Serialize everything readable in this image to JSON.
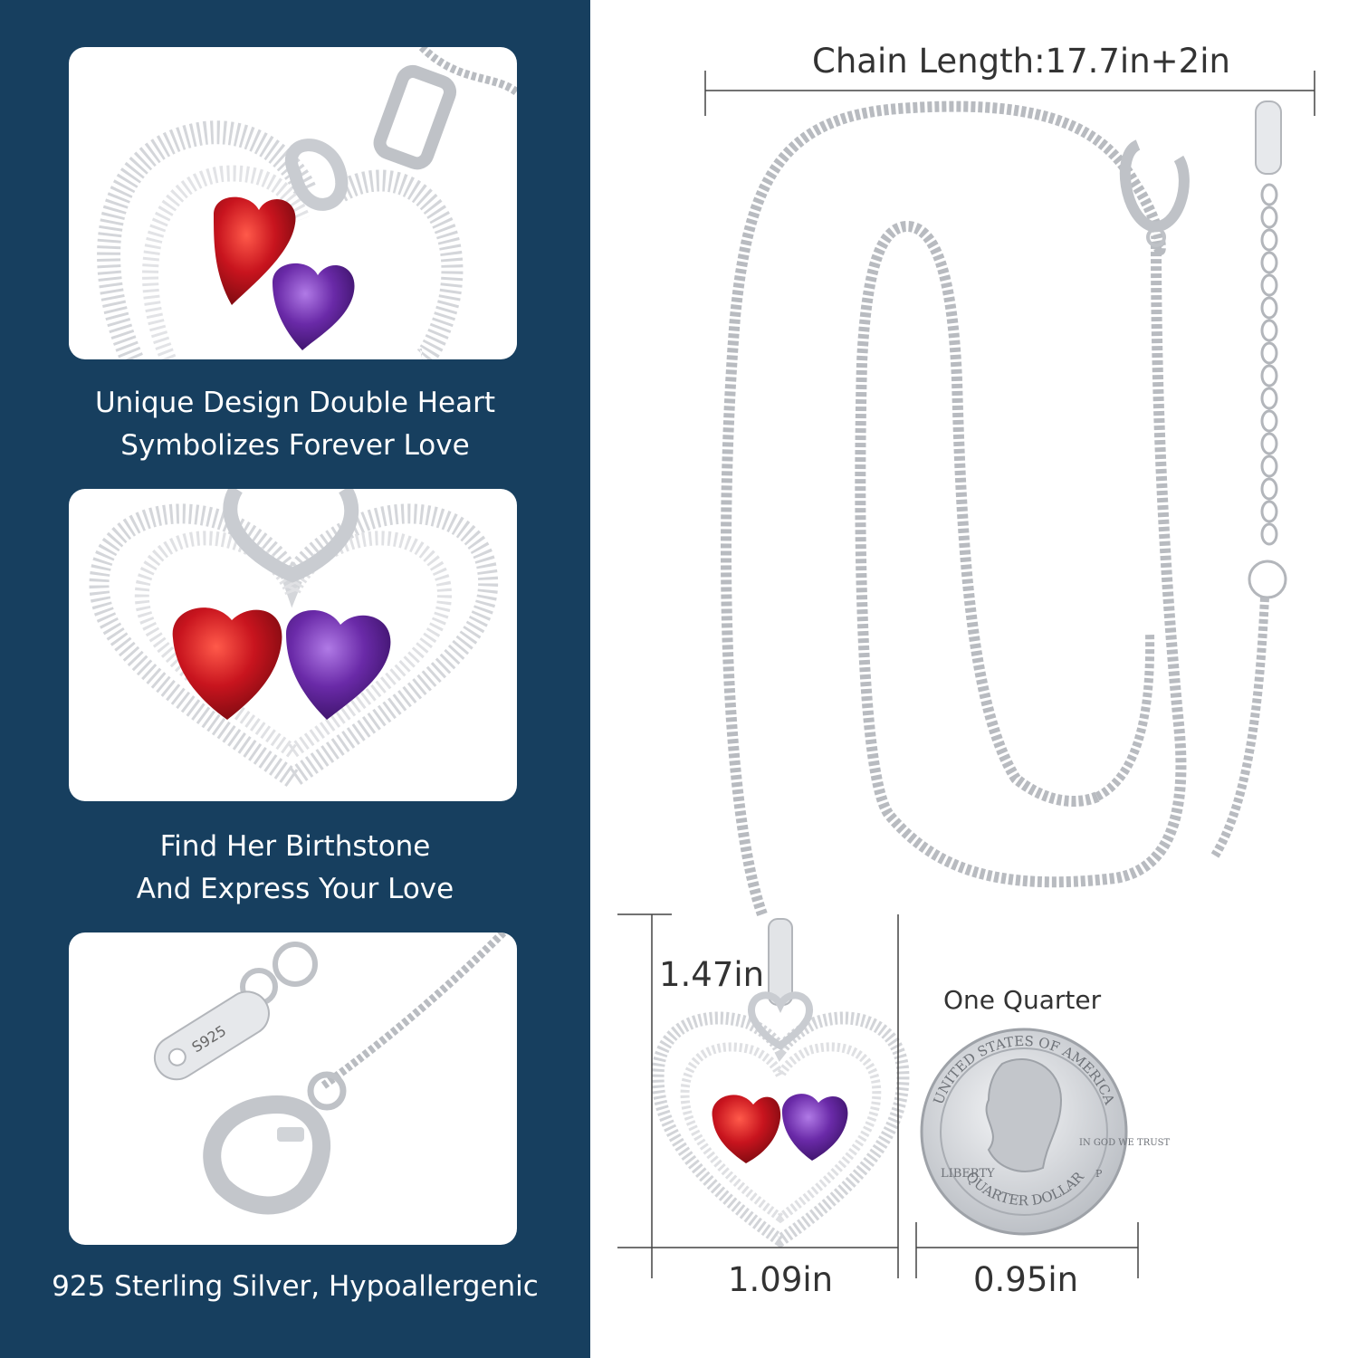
{
  "features": [
    {
      "caption_line1": "Unique Design Double Heart",
      "caption_line2": "Symbolizes Forever Love"
    },
    {
      "caption_line1": "Find Her Birthstone",
      "caption_line2": "And Express Your Love"
    },
    {
      "caption_line1": "925 Sterling Silver, Hypoallergenic",
      "caption_line2": ""
    }
  ],
  "dimensions": {
    "chain_length": "Chain Length:17.7in+2in",
    "pendant_height": "1.47in",
    "pendant_width": "1.09in",
    "coin_label": "One Quarter",
    "coin_width": "0.95in"
  },
  "stamp_text": "S925",
  "coin": {
    "top_text": "UNITED STATES OF AMERICA",
    "bottom_text": "QUARTER DOLLAR",
    "liberty": "LIBERTY",
    "motto": "IN GOD WE TRUST",
    "mint": "P"
  },
  "colors": {
    "panel": "#173f5f",
    "ruby": "#c8141e",
    "amethyst": "#6a2aa8",
    "silver": "#c9ccd1"
  }
}
